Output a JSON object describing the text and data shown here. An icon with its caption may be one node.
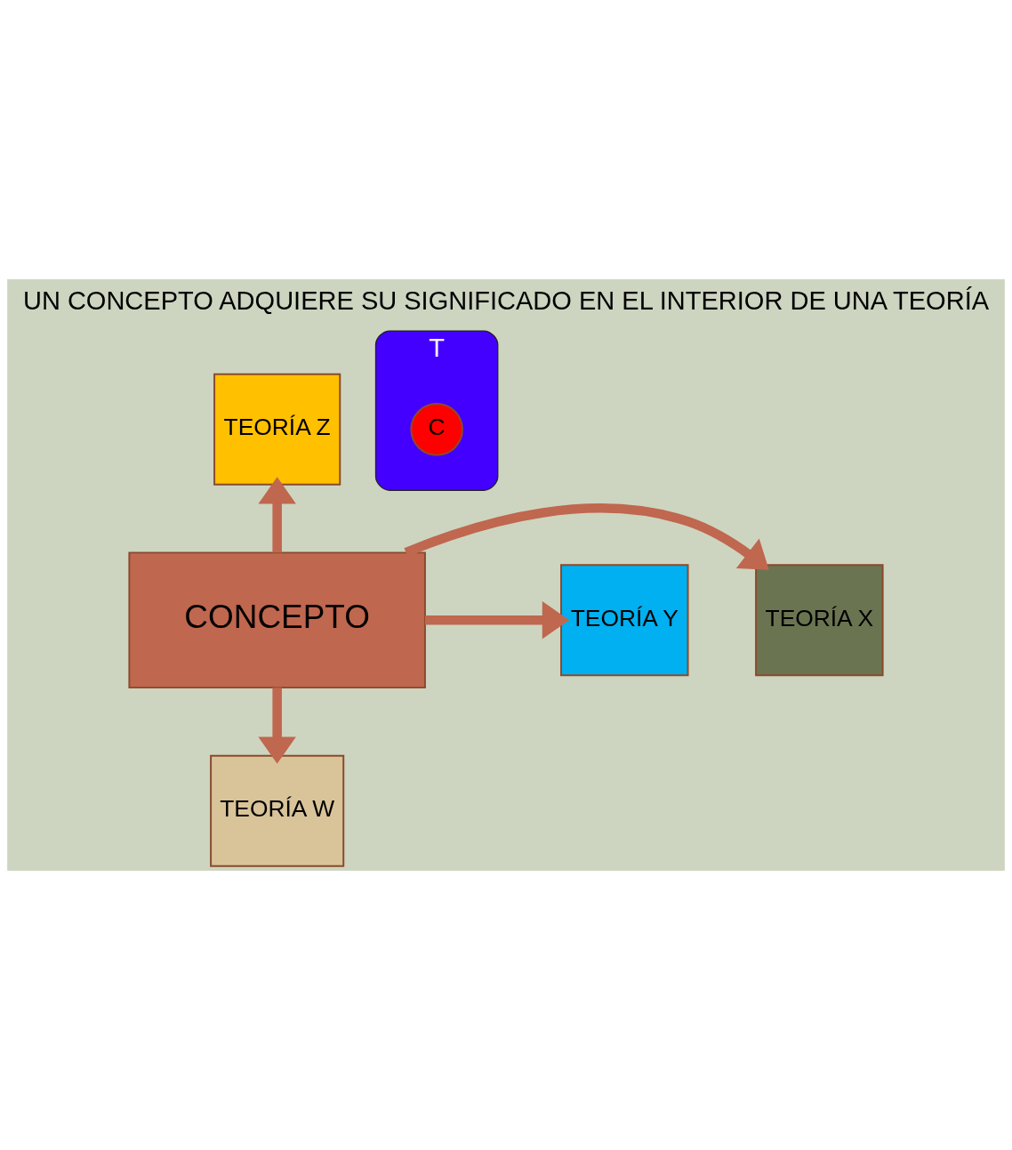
{
  "diagram": {
    "title": "UN CONCEPTO ADQUIERE SU SIGNIFICADO EN EL INTERIOR DE UNA TEORÍA",
    "nodes": [
      {
        "text": [
          "TEORÍA Z"
        ]
      },
      {
        "text": [
          "TEORÍA X"
        ]
      },
      {
        "text": [
          "CONCEPTO"
        ]
      },
      {
        "text": [
          "TEORÍA Y"
        ]
      },
      {
        "text": [
          "TEORÍA W"
        ]
      },
      {
        "text": [
          "T"
        ]
      },
      {
        "text": [
          "C"
        ],
        "in": 5
      }
    ],
    "edges": [
      {
        "from": 2,
        "to": 0,
        "arrow": "to"
      },
      {
        "from": 2,
        "to": 1,
        "arrow": "to"
      },
      {
        "from": 2,
        "to": 3,
        "arrow": "to"
      },
      {
        "from": 2,
        "to": 4,
        "arrow": "to"
      }
    ]
  }
}
